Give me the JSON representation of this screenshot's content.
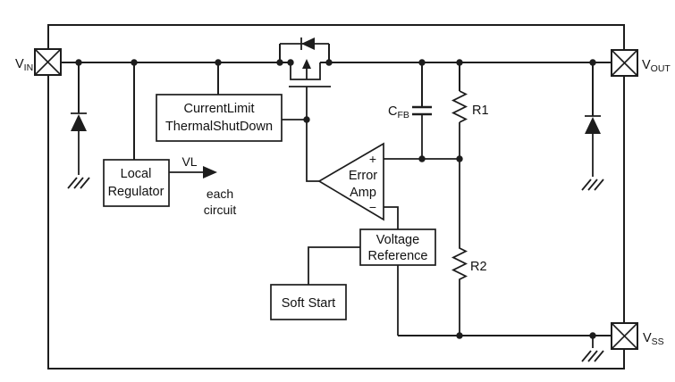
{
  "colors": {
    "background": "#ffffff",
    "line": "#1d1d1d",
    "text": "#111111"
  },
  "pins": {
    "vin": {
      "base": "V",
      "sub": "IN"
    },
    "vout": {
      "base": "V",
      "sub": "OUT"
    },
    "vss": {
      "base": "V",
      "sub": "SS"
    }
  },
  "blocks": {
    "current_limit": {
      "line1": "CurrentLimit",
      "line2": "ThermalShutDown"
    },
    "local_regulator": {
      "line1": "Local",
      "line2": "Regulator"
    },
    "error_amp": {
      "line1": "Error",
      "line2": "Amp",
      "plus": "+",
      "minus": "−"
    },
    "voltage_reference": {
      "line1": "Voltage",
      "line2": "Reference"
    },
    "soft_start": {
      "label": "Soft Start"
    }
  },
  "components": {
    "cfb": {
      "base": "C",
      "sub": "FB"
    },
    "r1": "R1",
    "r2": "R2"
  },
  "signals": {
    "vl": "VL",
    "each_circuit_line1": "each",
    "each_circuit_line2": "circuit"
  }
}
